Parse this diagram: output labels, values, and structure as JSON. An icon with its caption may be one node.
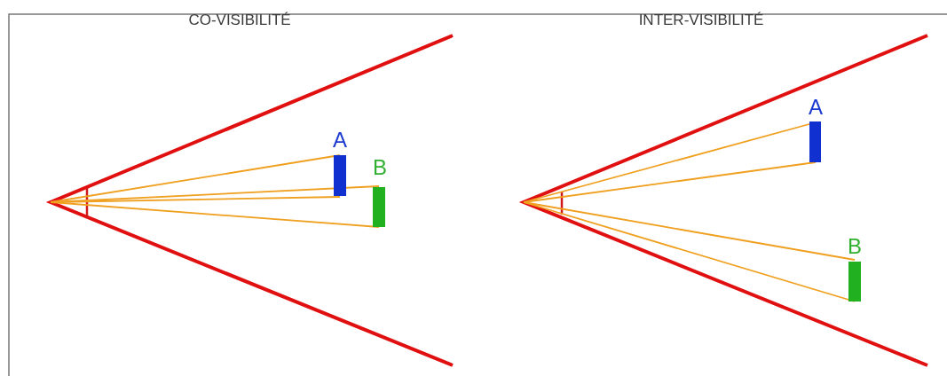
{
  "diagram": {
    "labels": [
      "CO-VISIBILITÉ",
      "A",
      "B",
      "INTER-VISIBILITÉ",
      "A",
      "B"
    ]
  }
}
